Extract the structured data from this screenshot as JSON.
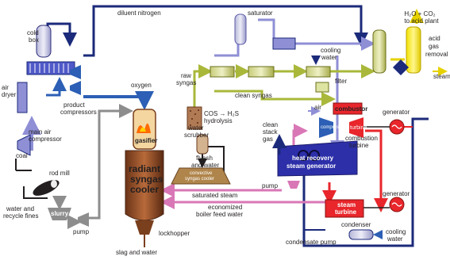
{
  "labels": {
    "diluent_nitrogen": "diluent nitrogen",
    "saturator": "saturator",
    "h2o_co2": "H₂O + CO₂",
    "to_acid_plant": "to acid plant",
    "acid_gas_removal_1": "acid",
    "acid_gas_removal_2": "gas",
    "acid_gas_removal_3": "removal",
    "steam_right": "steam",
    "cold_box_1": "cold",
    "cold_box_2": "box",
    "air_dryer_1": "air",
    "air_dryer_2": "dryer",
    "main_air_compressor_1": "main air",
    "main_air_compressor_2": "compressor",
    "product_compressors_1": "product",
    "product_compressors_2": "compressors",
    "oxygen": "oxygen",
    "raw_syngas_1": "raw",
    "raw_syngas_2": "syngas",
    "clean_syngas": "clean syngas",
    "cooling_water_top_1": "cooling",
    "cooling_water_top_2": "water",
    "filter": "filter",
    "air": "air",
    "combustor": "combustor",
    "generator_top": "generator",
    "compressor": "compressor",
    "turbine": "turbine",
    "combustion_turbine_1": "combustion",
    "combustion_turbine_2": "turbine",
    "cos_hydrolysis_1": "COS → H₂S",
    "cos_hydrolysis_2": "hydrolysis",
    "gasifier": "gasifier",
    "water_scrubber_1": "water",
    "water_scrubber_2": "scrubber",
    "clean_stack_gas_1": "clean",
    "clean_stack_gas_2": "stack",
    "clean_stack_gas_3": "gas",
    "flyash_1": "flyash",
    "flyash_2": "and water",
    "hrsg_1": "heat recovery",
    "hrsg_2": "steam generator",
    "convective_cooler_1": "convective",
    "convective_cooler_2": "syngas cooler",
    "radiant_1": "radiant",
    "radiant_2": "syngas",
    "radiant_3": "cooler",
    "coal": "coal",
    "rod_mill": "rod mill",
    "pump_mid": "pump",
    "saturated_steam": "saturated steam",
    "water_fines_1": "water and",
    "water_fines_2": "recycle fines",
    "slurry": "slurry",
    "pump_left": "pump",
    "economized_1": "economized",
    "economized_2": "boiler feed water",
    "generator_bottom": "generator",
    "steam_turbine_1": "steam",
    "steam_turbine_2": "turbine",
    "condenser": "condenser",
    "cooling_water_bottom_1": "cooling",
    "cooling_water_bottom_2": "water",
    "lockhopper": "lockhopper",
    "condensate_pump": "condensate pump",
    "slag_water": "slag and water"
  },
  "colors": {
    "navy": "#1b2a7a",
    "blue": "#2c5fb5",
    "lavender": "#8f8fd6",
    "olive": "#a9b83a",
    "yellow": "#ffea00",
    "red": "#e8262b",
    "pink": "#d977b6",
    "gray": "#8d8d8d",
    "brown": "#7a3f1d"
  }
}
